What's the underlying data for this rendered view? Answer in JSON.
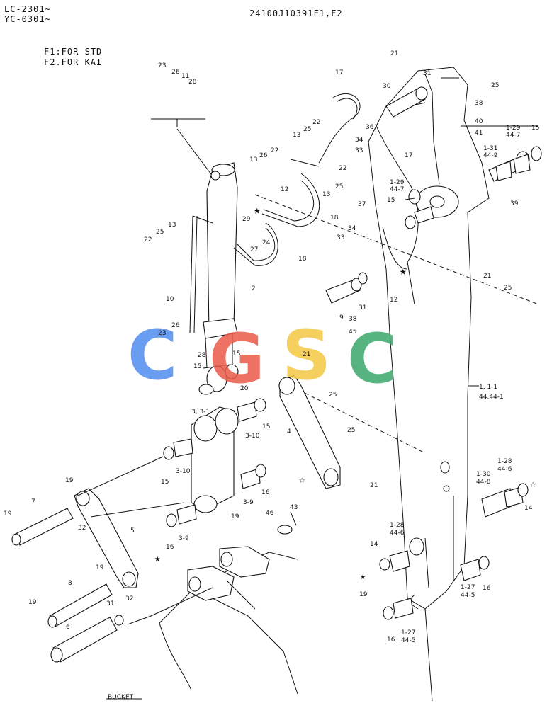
{
  "header": {
    "model_line1": "LC-2301~",
    "model_line2": "YC-0301~",
    "part_code": "24100J10391F1,F2",
    "note_f1": "F1:FOR STD",
    "note_f2": "F2.FOR KAI"
  },
  "watermark": {
    "letters": [
      "C",
      "G",
      "S",
      "C"
    ],
    "colors": [
      "#4f8cf0",
      "#ea5a4a",
      "#f5c842",
      "#3aa86b"
    ]
  },
  "bucket_label": "BUCKET",
  "callouts": [
    {
      "id": "c1",
      "text": "21"
    },
    {
      "id": "c2",
      "text": "25"
    },
    {
      "id": "c3",
      "text": "31"
    },
    {
      "id": "c4",
      "text": "30"
    },
    {
      "id": "c5",
      "text": "38"
    },
    {
      "id": "c6",
      "text": "40"
    },
    {
      "id": "c7",
      "text": "41"
    },
    {
      "id": "c8",
      "text": "36"
    },
    {
      "id": "c9",
      "text": "34"
    },
    {
      "id": "c10",
      "text": "33"
    },
    {
      "id": "c11",
      "text": "17"
    },
    {
      "id": "c12",
      "text": "17"
    },
    {
      "id": "c13",
      "text": "1-29"
    },
    {
      "id": "c14",
      "text": "44-7"
    },
    {
      "id": "c15",
      "text": "1-31"
    },
    {
      "id": "c16",
      "text": "44-9"
    },
    {
      "id": "c17",
      "text": "15"
    },
    {
      "id": "c18",
      "text": "1-29"
    },
    {
      "id": "c19",
      "text": "44-7"
    },
    {
      "id": "c20",
      "text": "15"
    },
    {
      "id": "c21",
      "text": "39"
    },
    {
      "id": "c22",
      "text": "37"
    },
    {
      "id": "c23",
      "text": "34"
    },
    {
      "id": "c24",
      "text": "33"
    },
    {
      "id": "c25",
      "text": "23"
    },
    {
      "id": "c26",
      "text": "26"
    },
    {
      "id": "c27",
      "text": "11"
    },
    {
      "id": "c28",
      "text": "28"
    },
    {
      "id": "c29",
      "text": "13"
    },
    {
      "id": "c30",
      "text": "25"
    },
    {
      "id": "c31",
      "text": "22"
    },
    {
      "id": "c32",
      "text": "13"
    },
    {
      "id": "c33",
      "text": "26"
    },
    {
      "id": "c34",
      "text": "22"
    },
    {
      "id": "c35",
      "text": "12"
    },
    {
      "id": "c36",
      "text": "13"
    },
    {
      "id": "c37",
      "text": "25"
    },
    {
      "id": "c38",
      "text": "22"
    },
    {
      "id": "c39",
      "text": "18"
    },
    {
      "id": "c40",
      "text": "18"
    },
    {
      "id": "c41",
      "text": "29"
    },
    {
      "id": "c42",
      "text": "24"
    },
    {
      "id": "c43",
      "text": "27"
    },
    {
      "id": "c44",
      "text": "13"
    },
    {
      "id": "c45",
      "text": "25"
    },
    {
      "id": "c46",
      "text": "22"
    },
    {
      "id": "c47",
      "text": "10"
    },
    {
      "id": "c48",
      "text": "2"
    },
    {
      "id": "c49",
      "text": "9"
    },
    {
      "id": "c50",
      "text": "31"
    },
    {
      "id": "c51",
      "text": "12"
    },
    {
      "id": "c52",
      "text": "38"
    },
    {
      "id": "c53",
      "text": "45"
    },
    {
      "id": "c54",
      "text": "21"
    },
    {
      "id": "c55",
      "text": "25"
    },
    {
      "id": "c56",
      "text": "26"
    },
    {
      "id": "c57",
      "text": "23"
    },
    {
      "id": "c58",
      "text": "28"
    },
    {
      "id": "c59",
      "text": "15"
    },
    {
      "id": "c60",
      "text": "21"
    },
    {
      "id": "c61",
      "text": "15"
    },
    {
      "id": "c62",
      "text": "20"
    },
    {
      "id": "c63",
      "text": "25"
    },
    {
      "id": "c64",
      "text": "1, 1-1"
    },
    {
      "id": "c65",
      "text": "44,44-1"
    },
    {
      "id": "c66",
      "text": "3, 3-1"
    },
    {
      "id": "c67",
      "text": "3-10"
    },
    {
      "id": "c68",
      "text": "15"
    },
    {
      "id": "c69",
      "text": "4"
    },
    {
      "id": "c70",
      "text": "25"
    },
    {
      "id": "c71",
      "text": "3-10"
    },
    {
      "id": "c72",
      "text": "15"
    },
    {
      "id": "c73",
      "text": "21"
    },
    {
      "id": "c74",
      "text": "16"
    },
    {
      "id": "c75",
      "text": "3-9"
    },
    {
      "id": "c76",
      "text": "19"
    },
    {
      "id": "c77",
      "text": "16"
    },
    {
      "id": "c78",
      "text": "3-9"
    },
    {
      "id": "c79",
      "text": "19"
    },
    {
      "id": "c80",
      "text": "7"
    },
    {
      "id": "c81",
      "text": "19"
    },
    {
      "id": "c82",
      "text": "32"
    },
    {
      "id": "c83",
      "text": "5"
    },
    {
      "id": "c84",
      "text": "46"
    },
    {
      "id": "c85",
      "text": "43"
    },
    {
      "id": "c86",
      "text": "1-28"
    },
    {
      "id": "c87",
      "text": "44-6"
    },
    {
      "id": "c88",
      "text": "1-30"
    },
    {
      "id": "c89",
      "text": "44-8"
    },
    {
      "id": "c90",
      "text": "14"
    },
    {
      "id": "c91",
      "text": "1-28"
    },
    {
      "id": "c92",
      "text": "44-6"
    },
    {
      "id": "c93",
      "text": "14"
    },
    {
      "id": "c94",
      "text": "19"
    },
    {
      "id": "c95",
      "text": "8"
    },
    {
      "id": "c96",
      "text": "32"
    },
    {
      "id": "c97",
      "text": "19"
    },
    {
      "id": "c98",
      "text": "31"
    },
    {
      "id": "c99",
      "text": "6"
    },
    {
      "id": "c100",
      "text": "19"
    },
    {
      "id": "c101",
      "text": "1-27"
    },
    {
      "id": "c102",
      "text": "44-5"
    },
    {
      "id": "c103",
      "text": "16"
    },
    {
      "id": "c104",
      "text": "16"
    },
    {
      "id": "c105",
      "text": "1-27"
    },
    {
      "id": "c106",
      "text": "44-5"
    }
  ]
}
